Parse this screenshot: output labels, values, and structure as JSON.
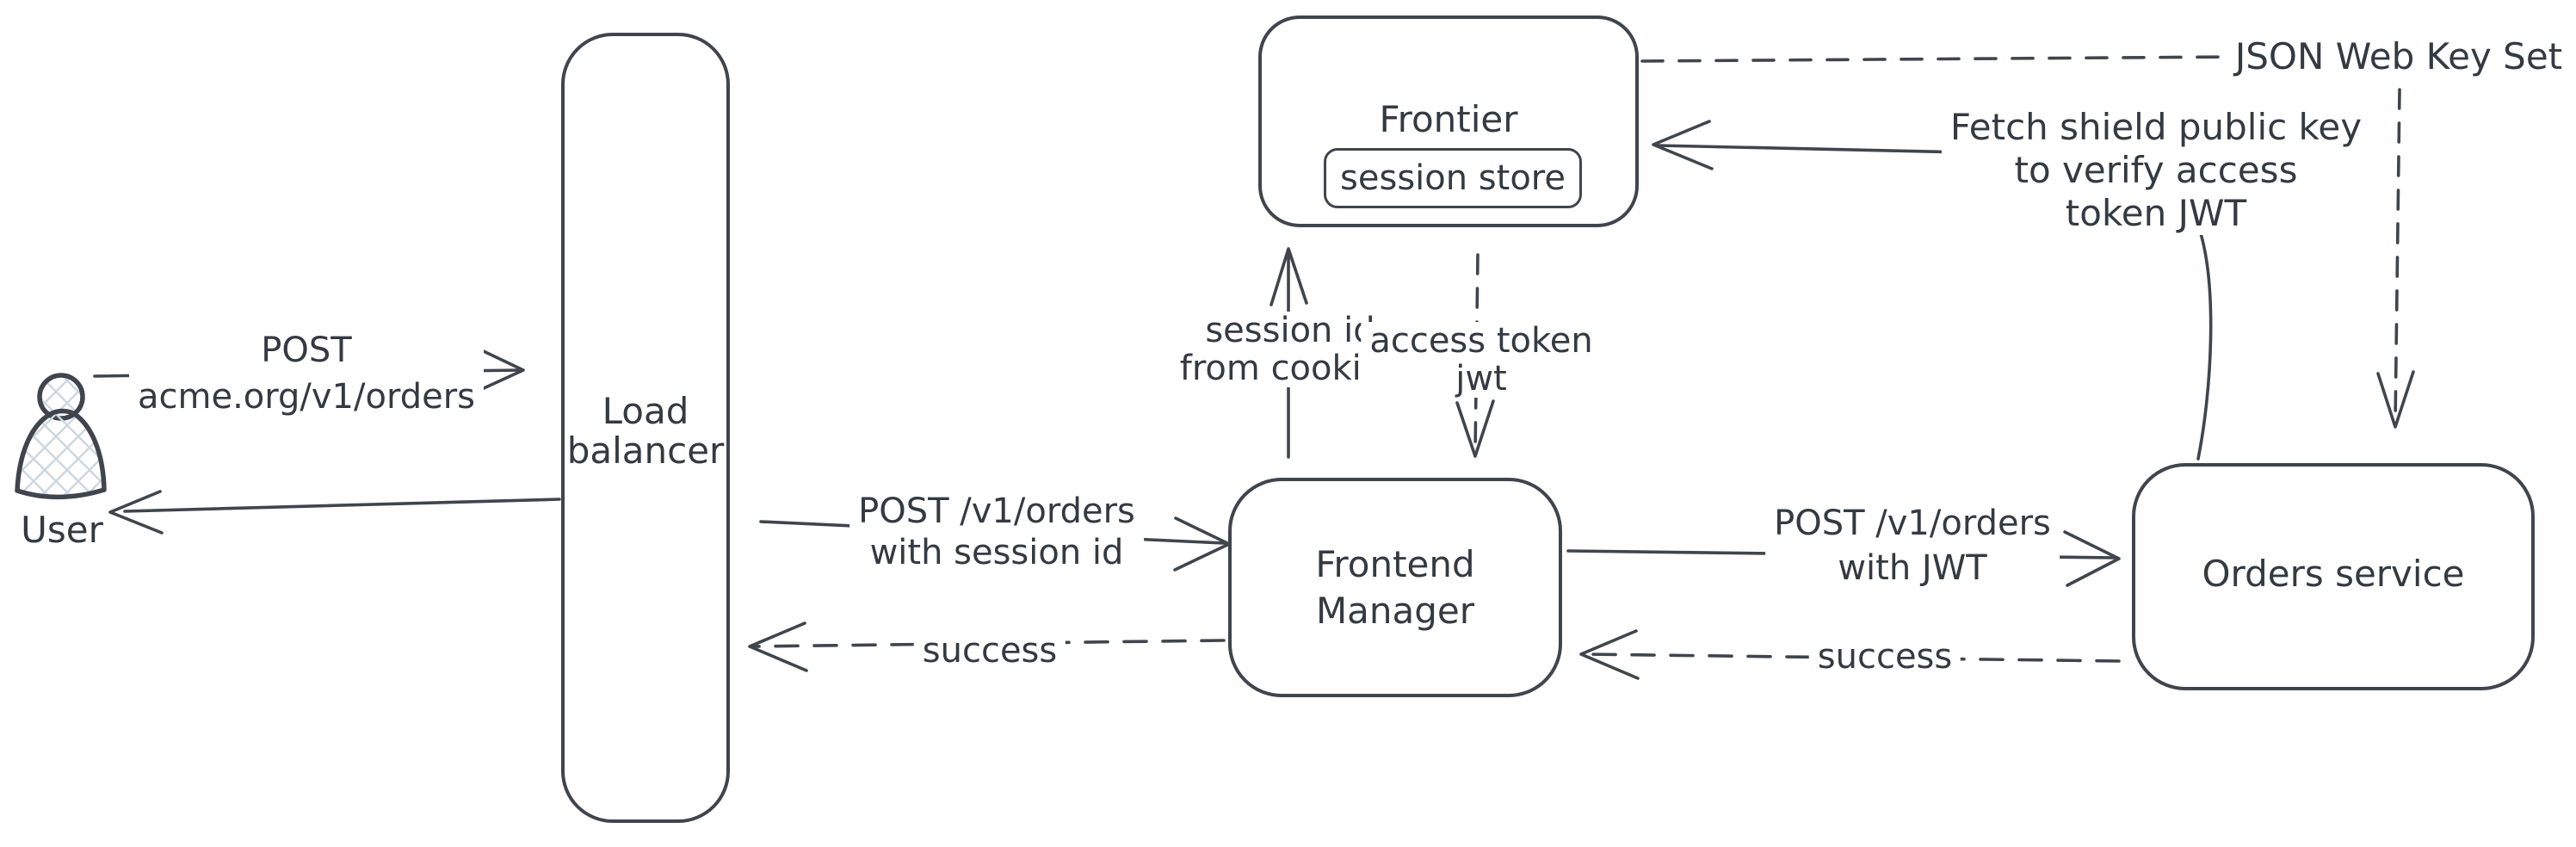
{
  "colors": {
    "background": "#ffffff",
    "stroke": "#40454d",
    "text": "#343a42",
    "hatch_fill": "#cdd7df"
  },
  "nodes": {
    "user": {
      "label": "User"
    },
    "load_balancer": {
      "lines": [
        "Load",
        "balancer"
      ]
    },
    "frontier": {
      "label": "Frontier"
    },
    "session_store": {
      "label": "session store"
    },
    "frontend_manager": {
      "lines": [
        "Frontend",
        "Manager"
      ]
    },
    "orders_service": {
      "label": "Orders service"
    }
  },
  "edges": {
    "user_to_load_balancer": {
      "style": "solid",
      "lines": [
        "POST",
        "acme.org/v1/orders"
      ]
    },
    "load_balancer_to_user": {
      "style": "solid"
    },
    "load_balancer_to_frontend_manager": {
      "style": "solid",
      "lines": [
        "POST /v1/orders",
        "with session id"
      ]
    },
    "frontend_manager_to_load_balancer": {
      "style": "dashed",
      "label": "success"
    },
    "frontend_manager_to_frontier": {
      "style": "solid",
      "lines": [
        "session id",
        "from cookies"
      ]
    },
    "frontier_to_frontend_manager": {
      "style": "dashed",
      "lines": [
        "access token",
        "jwt"
      ]
    },
    "frontend_manager_to_orders_service": {
      "style": "solid",
      "lines": [
        "POST /v1/orders",
        "with JWT"
      ]
    },
    "orders_service_to_frontend_manager": {
      "style": "dashed",
      "label": "success"
    },
    "orders_service_to_frontier": {
      "style": "solid",
      "lines": [
        "Fetch shield public key",
        "to verify access",
        "token JWT"
      ]
    },
    "frontier_to_jwks": {
      "style": "dashed",
      "label": "JSON Web Key Set"
    },
    "jwks_to_orders_service": {
      "style": "dashed"
    }
  }
}
